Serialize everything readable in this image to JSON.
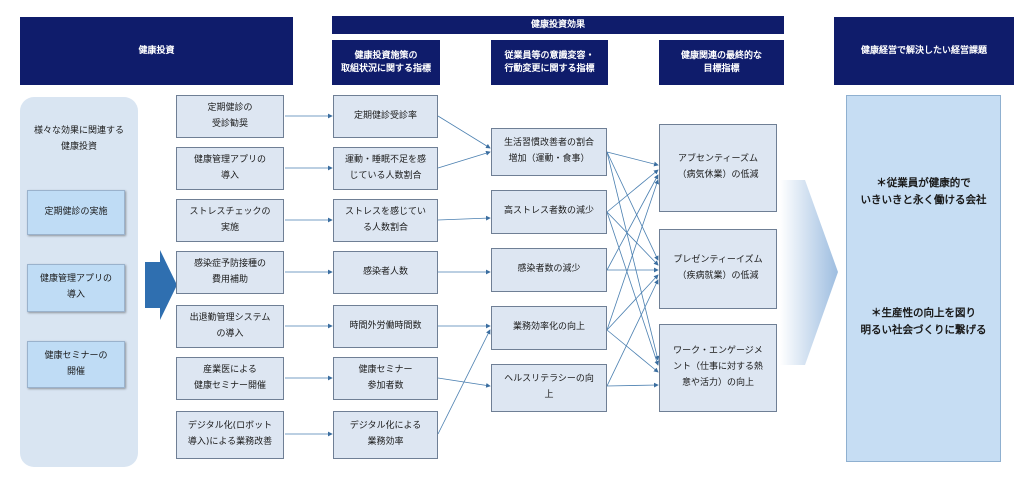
{
  "headers": {
    "investment": "健康投資",
    "effects": "健康投資効果",
    "effects_sub1": "健康投資施策の\n取組状況に関する指標",
    "effects_sub2": "従業員等の意識変容・\n行動変更に関する指標",
    "effects_sub3": "健康関連の最終的な\n目標指標",
    "issues": "健康経営で解決したい経営課題"
  },
  "left_panel": {
    "title": "様々な効果に関連する\n健康投資",
    "items": [
      "定期健診の実施",
      "健康管理アプリの\n導入",
      "健康セミナーの\n開催"
    ]
  },
  "col1": [
    "定期健診の\n受診勧奨",
    "健康管理アプリの\n導入",
    "ストレスチェックの\n実施",
    "感染症予防接種の\n費用補助",
    "出退勤管理システム\nの導入",
    "産業医による\n健康セミナー開催",
    "デジタル化(ロボット\n導入)による業務改善"
  ],
  "col2": [
    "定期健診受診率",
    "運動・睡眠不足を感\nじている人数割合",
    "ストレスを感じてい\nる人数割合",
    "感染者人数",
    "時間外労働時間数",
    "健康セミナー\n参加者数",
    "デジタル化による\n業務効率"
  ],
  "col3": [
    "生活習慣改善者の割合\n増加（運動・食事）",
    "高ストレス者数の減少",
    "感染者数の減少",
    "業務効率化の向上",
    "ヘルスリテラシーの向\n上"
  ],
  "col4": [
    "アブセンティーズム\n（病気休業）の低減",
    "プレゼンティーイズム\n（疾病就業）の低減",
    "ワーク・エンゲージメ\nント（仕事に対する熱\n意や活力）の向上"
  ],
  "goals": [
    "＊従業員が健康的で\nいきいきと永く働ける会社",
    "＊生産性の向上を図り\n明るい社会づくりに繋げる"
  ],
  "colors": {
    "header": "#0f1c6b",
    "box": "#dde6f2",
    "arrow_blue": "#2f6fb0",
    "goal_box": "#c6ddf3"
  }
}
